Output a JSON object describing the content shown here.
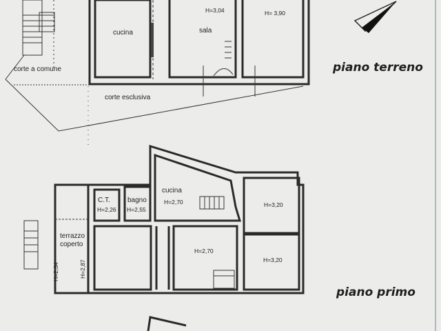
{
  "ground_floor": {
    "title": "piano terreno",
    "rooms": [
      {
        "name": "cucina",
        "height": ""
      },
      {
        "name": "sala",
        "height": "H=3,04"
      },
      {
        "name": "",
        "height": "H= 3,90"
      }
    ],
    "areas": [
      "corte a comune",
      "corte esclusiva"
    ]
  },
  "first_floor": {
    "title": "piano primo",
    "rooms": [
      {
        "name": "C.T.",
        "height": "H=2,26"
      },
      {
        "name": "bagno",
        "height": "H=2,55"
      },
      {
        "name": "cucina",
        "height": "H=2,70"
      },
      {
        "name": "",
        "height": "H=3,20"
      },
      {
        "name": "",
        "height": "H=2,70"
      },
      {
        "name": "",
        "height": "H=3,20"
      }
    ],
    "terrace": {
      "line1": "terrazzo",
      "line2": "coperto",
      "height1": "H=2,34",
      "height2": "H=2,87"
    }
  },
  "colors": {
    "paper": "#ececea",
    "ink": "#2a2a2a"
  }
}
